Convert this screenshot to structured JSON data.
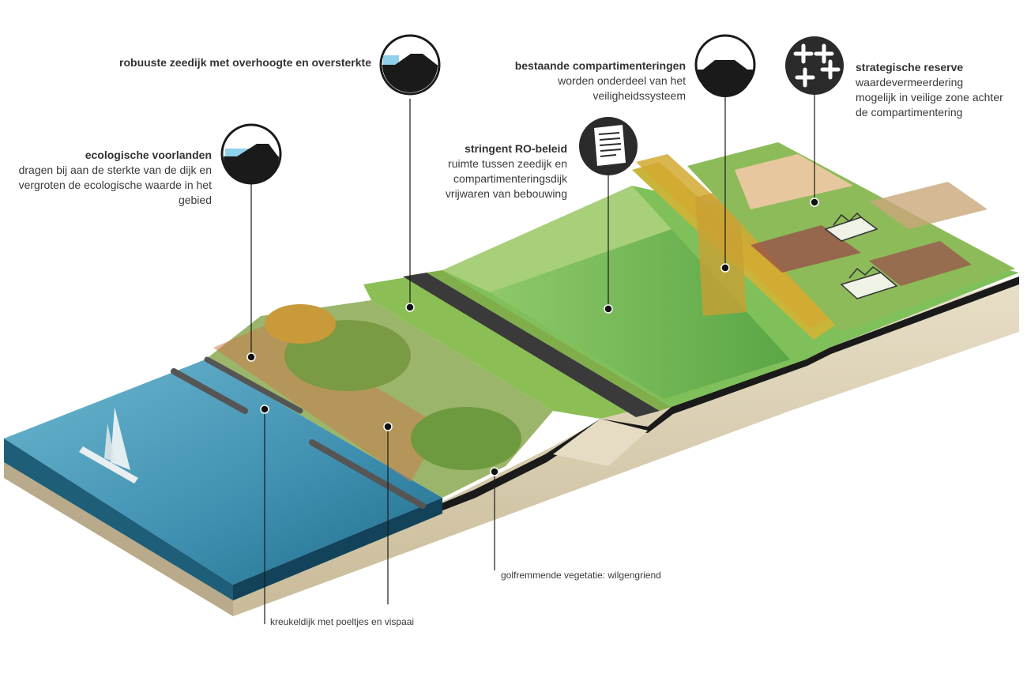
{
  "labels": {
    "zeedijk": {
      "title": "robuuste zeedijk met overhoogte en oversterkte"
    },
    "compartimentering": {
      "title": "bestaande compartimenteringen",
      "desc": [
        "worden onderdeel van het",
        "veiligheidssysteem"
      ]
    },
    "reserve": {
      "title": "strategische reserve",
      "desc": [
        "waardevermeerdering",
        "mogelijk in veilige zone achter",
        "de compartimentering"
      ]
    },
    "voorlanden": {
      "title": "ecologische voorlanden",
      "desc": [
        "dragen bij aan de sterkte van de dijk en",
        "vergroten de ecologische waarde in het",
        "gebied"
      ]
    },
    "ro_beleid": {
      "title": "stringent RO-beleid",
      "desc": [
        "ruimte tussen zeedijk en",
        "compartimenteringsdijk",
        "vrijwaren van bebouwing"
      ]
    },
    "wilgengriend": {
      "title": "golfremmende vegetatie: wilgengriend"
    },
    "kreukeldijk": {
      "title": "kreukeldijk met poeltjes en vispaai"
    }
  },
  "icons": {
    "zeedijk": "dike-profile-water-icon",
    "compartimentering": "dike-profile-icon",
    "reserve": "plus-signs-icon",
    "voorlanden": "foreland-profile-icon",
    "ro_beleid": "document-icon"
  },
  "colors": {
    "water": "#3f8fb0",
    "grass": "#5fb04a",
    "soil": "#d9cfb6",
    "icon_bg": "#2b2b2b",
    "road": "#3a3a3a"
  }
}
